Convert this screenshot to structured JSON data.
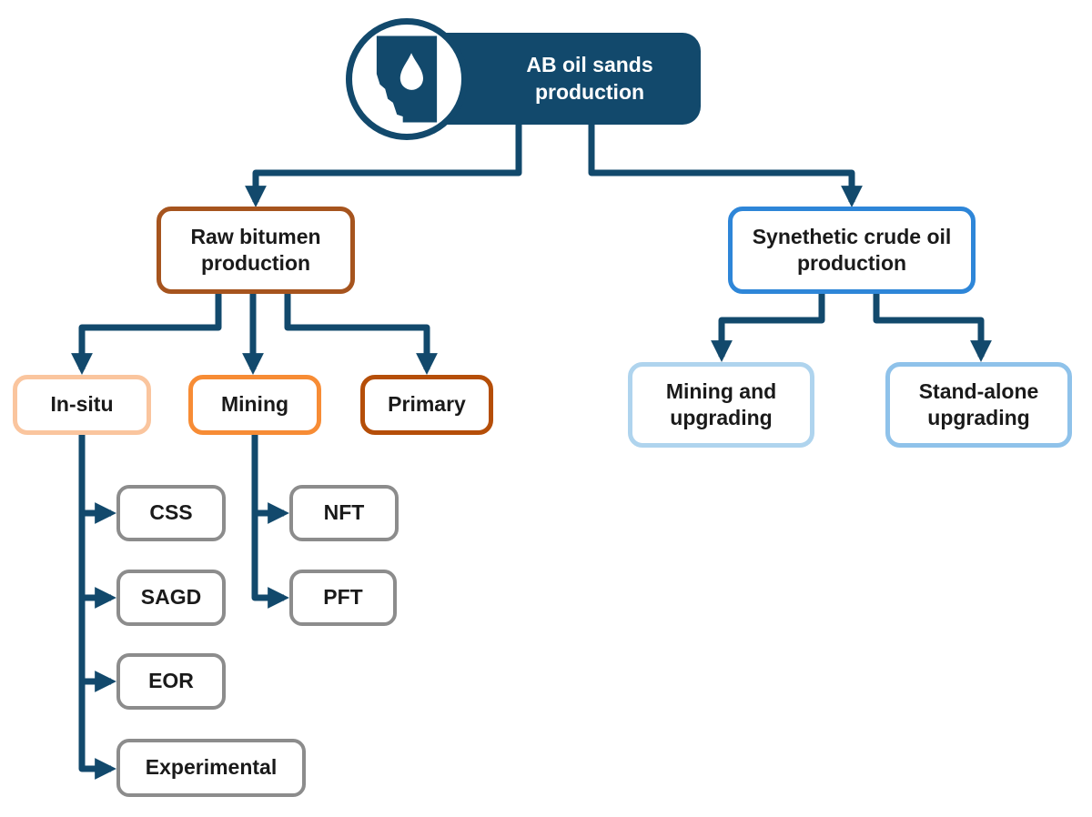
{
  "diagram": {
    "root": {
      "label": "AB oil sands production",
      "icon": "alberta-oil-drop-icon",
      "fill_color": "#12496C",
      "text_color": "#FFFFFF"
    },
    "nodes": {
      "raw_bitumen": {
        "label": "Raw bitumen production",
        "border_color": "#A6541E"
      },
      "synthetic_crude": {
        "label": "Synethetic crude oil production",
        "border_color": "#2E86D8"
      },
      "in_situ": {
        "label": "In-situ",
        "border_color": "#FAC59E"
      },
      "mining": {
        "label": "Mining",
        "border_color": "#F78C35"
      },
      "primary": {
        "label": "Primary",
        "border_color": "#B54E08"
      },
      "mining_and_upgrading": {
        "label": "Mining and upgrading",
        "border_color": "#AFD4EE"
      },
      "stand_alone_upgrading": {
        "label": "Stand-alone upgrading",
        "border_color": "#8FC2EA"
      },
      "css": {
        "label": "CSS",
        "border_color": "#8C8C8C"
      },
      "sagd": {
        "label": "SAGD",
        "border_color": "#8C8C8C"
      },
      "eor": {
        "label": "EOR",
        "border_color": "#8C8C8C"
      },
      "experimental": {
        "label": "Experimental",
        "border_color": "#8C8C8C"
      },
      "nft": {
        "label": "NFT",
        "border_color": "#8C8C8C"
      },
      "pft": {
        "label": "PFT",
        "border_color": "#8C8C8C"
      }
    },
    "connector_color": "#12496C",
    "edges": [
      [
        "root",
        "raw_bitumen"
      ],
      [
        "root",
        "synthetic_crude"
      ],
      [
        "raw_bitumen",
        "in_situ"
      ],
      [
        "raw_bitumen",
        "mining"
      ],
      [
        "raw_bitumen",
        "primary"
      ],
      [
        "synthetic_crude",
        "mining_and_upgrading"
      ],
      [
        "synthetic_crude",
        "stand_alone_upgrading"
      ],
      [
        "in_situ",
        "css"
      ],
      [
        "in_situ",
        "sagd"
      ],
      [
        "in_situ",
        "eor"
      ],
      [
        "in_situ",
        "experimental"
      ],
      [
        "mining",
        "nft"
      ],
      [
        "mining",
        "pft"
      ]
    ]
  }
}
